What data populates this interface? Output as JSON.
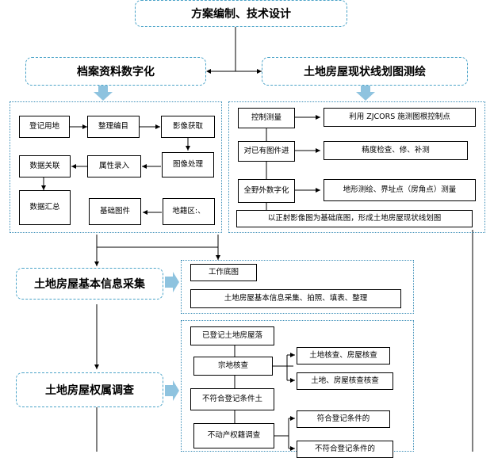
{
  "header": {
    "title": "方案编制、技术设计"
  },
  "lanes": {
    "archive": "档案资料数字化",
    "survey": "土地房屋现状线划图测绘",
    "basic_info": "土地房屋基本信息采集",
    "ownership": "土地房屋权属调查"
  },
  "archive_steps": {
    "register_land": "登记用地",
    "organize": "整理编目",
    "image_capture": "影像获取",
    "attribute_entry": "属性录入",
    "image_process": "图像处理",
    "data_link": "数据关联",
    "data_summary": "数据汇总",
    "base_map": "基础图件",
    "cadastral_area": "地籍区:、"
  },
  "survey_steps": {
    "control_survey": "控制测量",
    "zjcors": "利用 ZJCORS 施测图根控制点",
    "existing_map": "对已有图件进",
    "accuracy_check": "精度检查、修、补测",
    "field_digital": "全野外数字化",
    "terrain_survey": "地形测绘、界址点（房角点）测量",
    "orthophoto": "以正射影像图为基础底图，形成土地房屋现状线划图"
  },
  "basic_info_steps": {
    "work_base": "工作底图",
    "collect": "土地房屋基本信息采集、拍照、填表、整理"
  },
  "ownership_steps": {
    "registered": "已登记土地房屋落",
    "parcel_check": "宗地核查",
    "land_house_check_1": "土地核查、房屋核查",
    "land_house_check_2": "土地、房屋核查核查",
    "not_eligible": "不符合登记条件土",
    "property_survey": "不动产权籍调查",
    "eligible": "符合登记条件的",
    "not_eligible_2": "不符合登记条件的"
  },
  "colors": {
    "lane_border": "#4aa3c8",
    "arrow_fill": "#8ec3df",
    "area_border": "#3d8fb8"
  }
}
